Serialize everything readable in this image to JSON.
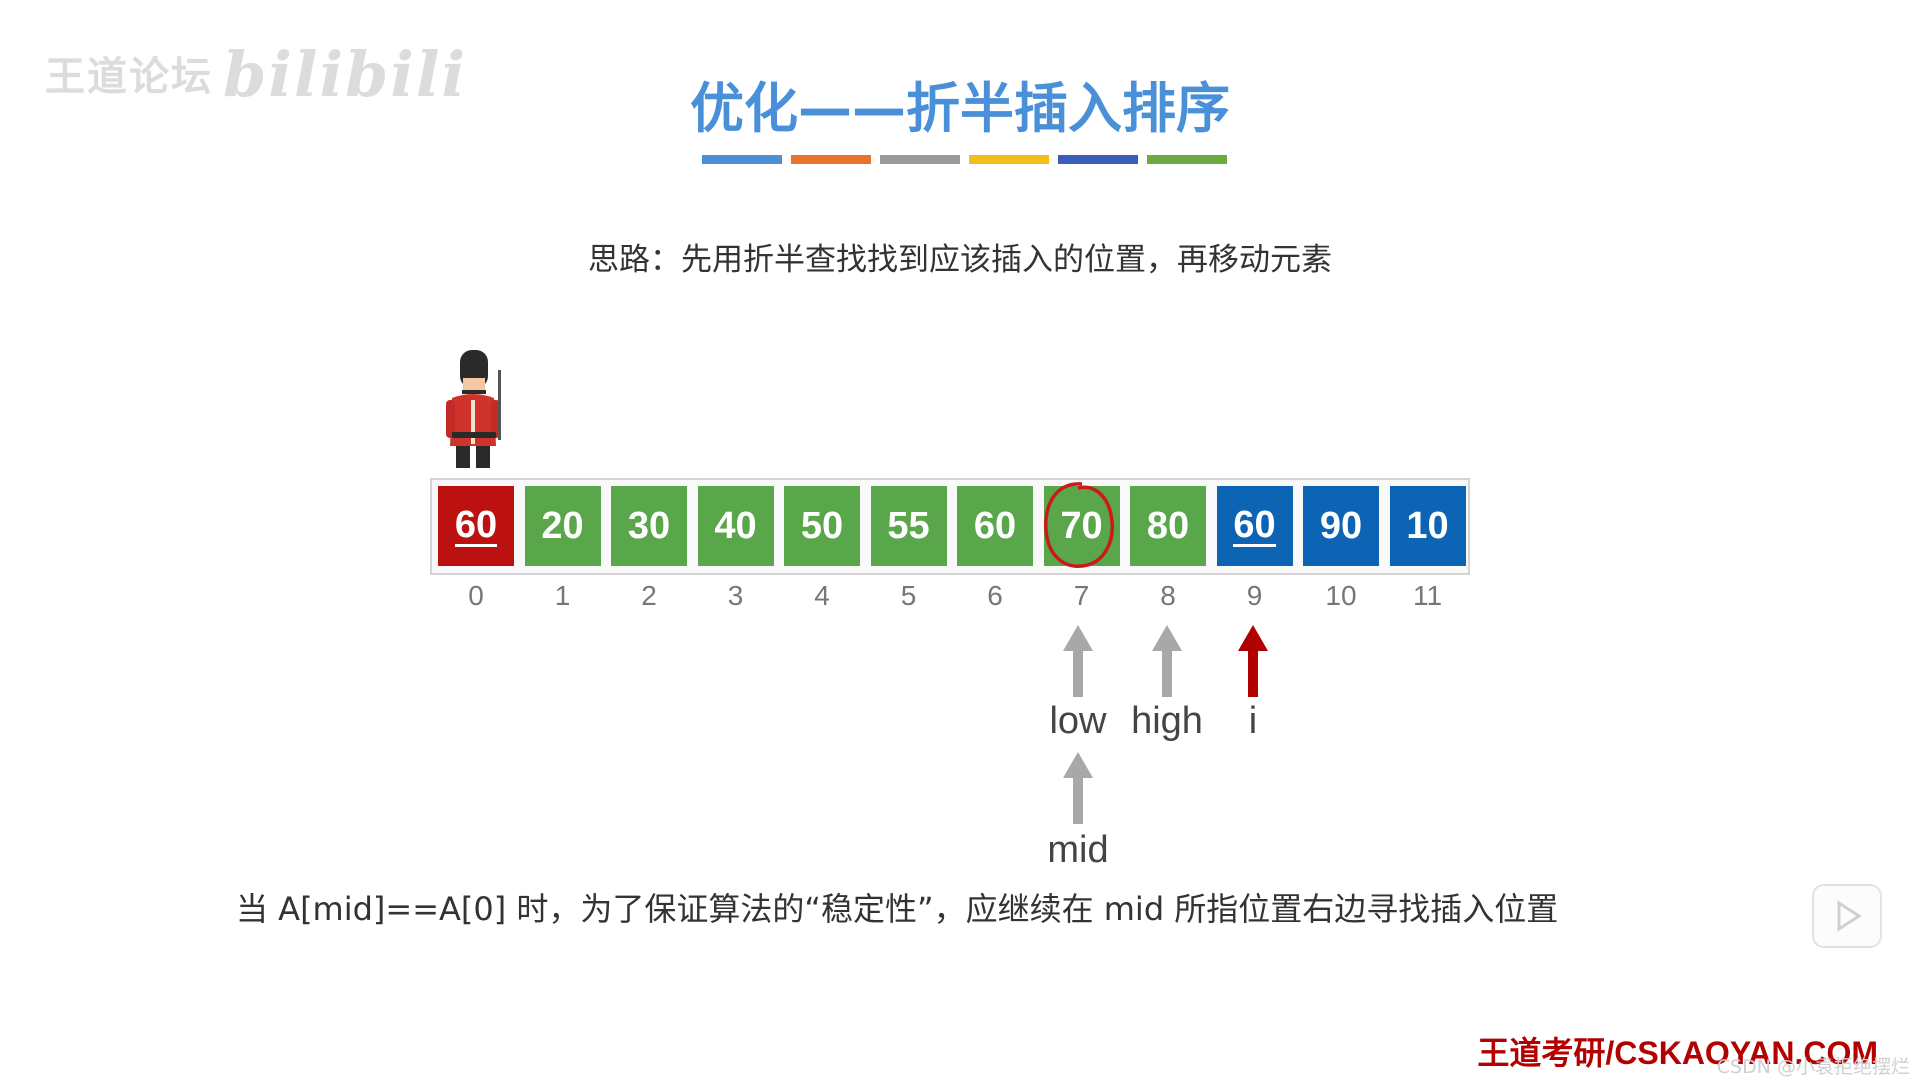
{
  "watermark": {
    "text": "王道论坛",
    "bili": "bilibili"
  },
  "slide": {
    "title": "优化——折半插入排序",
    "stripe_colors": [
      "#4a90d9",
      "#e8732a",
      "#9a9a9a",
      "#f2be1a",
      "#3a5fb8",
      "#6aaa3f"
    ],
    "idea": "思路：先用折半查找找到应该插入的位置，再移动元素",
    "cells": [
      {
        "value": "60",
        "color": "red",
        "underline": true
      },
      {
        "value": "20",
        "color": "green"
      },
      {
        "value": "30",
        "color": "green"
      },
      {
        "value": "40",
        "color": "green"
      },
      {
        "value": "50",
        "color": "green"
      },
      {
        "value": "55",
        "color": "green"
      },
      {
        "value": "60",
        "color": "green"
      },
      {
        "value": "70",
        "color": "green",
        "circled": true
      },
      {
        "value": "80",
        "color": "green"
      },
      {
        "value": "60",
        "color": "blue",
        "underline": true
      },
      {
        "value": "90",
        "color": "blue"
      },
      {
        "value": "10",
        "color": "blue"
      }
    ],
    "indices": [
      "0",
      "1",
      "2",
      "3",
      "4",
      "5",
      "6",
      "7",
      "8",
      "9",
      "10",
      "11"
    ],
    "pointers": {
      "low": "low",
      "high": "high",
      "i": "i",
      "mid": "mid"
    },
    "note": "当 A[mid]==A[0] 时，为了保证算法的“稳定性”，应继续在 mid 所指位置右边寻找插入位置"
  },
  "footer": {
    "brand": "王道考研/CSKAOYAN.COM",
    "csdn": "CSDN @小袁拒绝摆烂"
  },
  "colors": {
    "red": "#bb1111",
    "green": "#5aa64a",
    "blue": "#0e64b4",
    "arrow_gray": "#a8a8a8",
    "arrow_red": "#b00000"
  }
}
